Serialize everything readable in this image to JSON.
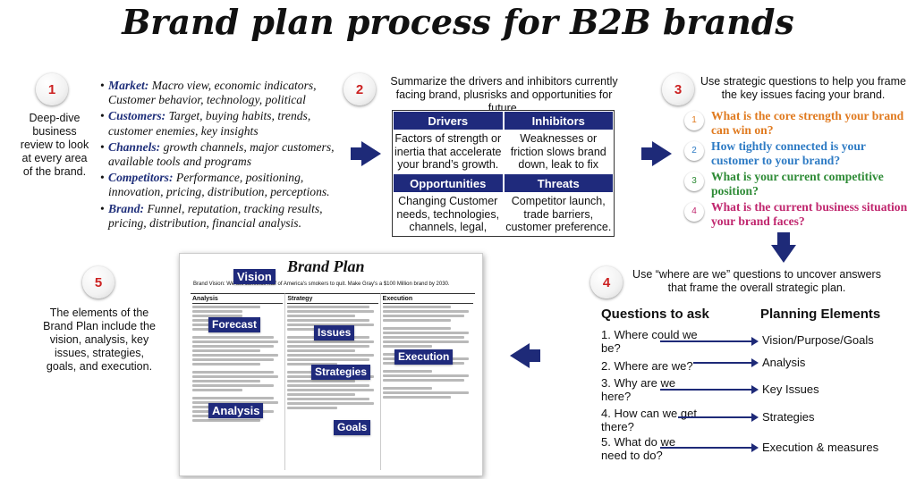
{
  "title": "Brand plan process for B2B brands",
  "colors": {
    "navy": "#1f2a7c",
    "badge_number": "#cc2222",
    "q1": "#e07a1f",
    "q2": "#2e7bc4",
    "q3": "#2e8b36",
    "q4": "#c0266e"
  },
  "step1": {
    "number": "1",
    "description": "Deep-dive business review to look at every area of the brand.",
    "bullets": [
      {
        "key": "Market:",
        "text": "Macro view, economic indicators, Customer behavior, technology, political"
      },
      {
        "key": "Customers:",
        "text": "Target, buying habits, trends, customer enemies, key insights"
      },
      {
        "key": "Channels:",
        "text": "growth channels, major customers, available tools and programs"
      },
      {
        "key": "Competitors:",
        "text": "Performance, positioning, innovation, pricing, distribution, perceptions."
      },
      {
        "key": "Brand:",
        "text": "Funnel, reputation, tracking results, pricing, distribution, financial analysis."
      }
    ]
  },
  "step2": {
    "number": "2",
    "description": "Summarize the drivers and inhibitors currently facing brand, plusrisks and opportunities for future.",
    "swot": {
      "drivers_title": "Drivers",
      "drivers_text": "Factors of strength or inertia that accelerate your brand’s growth.",
      "inhibitors_title": "Inhibitors",
      "inhibitors_text": "Weaknesses or friction slows brand down, leak to fix",
      "opportunities_title": "Opportunities",
      "opportunities_text": "Changing Customer needs, technologies, channels, legal,",
      "threats_title": "Threats",
      "threats_text": "Competitor launch, trade barriers, customer preference."
    }
  },
  "step3": {
    "number": "3",
    "description": "Use strategic questions to help you frame the key issues facing your brand.",
    "questions": [
      {
        "num": "1",
        "text": "What is the core strength your brand can win on?"
      },
      {
        "num": "2",
        "text": "How tightly connected is your customer to your brand?"
      },
      {
        "num": "3",
        "text": "What is your current competitive position?"
      },
      {
        "num": "4",
        "text": "What is the current business situation your brand faces?"
      }
    ]
  },
  "step4": {
    "number": "4",
    "description": "Use “where are we” questions to uncover answers that frame the overall strategic plan.",
    "questions_heading": "Questions to ask",
    "planning_heading": "Planning Elements",
    "questions": [
      "1. Where could we be?",
      "2. Where are we?",
      "3. Why are we here?",
      "4. How can we get there?",
      "5. What do we need to do?"
    ],
    "elements": [
      "Vision/Purpose/Goals",
      "Analysis",
      "Key Issues",
      "Strategies",
      "Execution & measures"
    ]
  },
  "step5": {
    "number": "5",
    "description": "The elements of the Brand Plan include the vision, analysis, key issues, strategies, goals, and execution.",
    "doc": {
      "title": "Brand Plan",
      "vision_line": "Brand Vision: We will convince half of America's smokers to quit. Make Gray's a $100 Million brand by 2030.",
      "col_analysis": "Analysis",
      "col_strategy": "Strategy",
      "col_execution": "Execution",
      "tags": {
        "vision": "Vision",
        "forecast": "Forecast",
        "issues": "Issues",
        "execution": "Execution",
        "strategies": "Strategies",
        "analysis": "Analysis",
        "goals": "Goals"
      }
    }
  }
}
